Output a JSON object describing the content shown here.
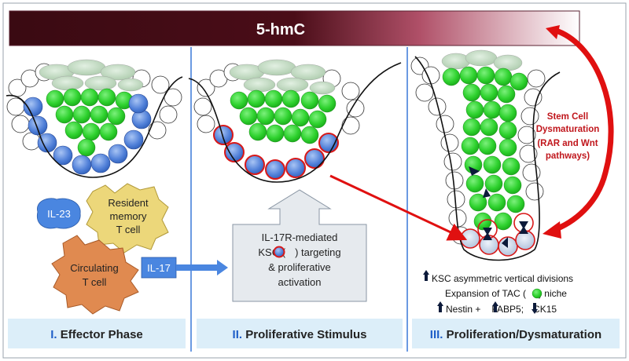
{
  "banner": {
    "label": "5-hmC"
  },
  "phases": [
    {
      "numeral": "I.",
      "title": "Effector Phase"
    },
    {
      "numeral": "II.",
      "title": "Proliferative Stimulus"
    },
    {
      "numeral": "III.",
      "title": "Proliferation/Dysmaturation"
    }
  ],
  "cells": {
    "il23": "IL-23",
    "resident_line1": "Resident",
    "resident_line2": "memory",
    "resident_line3": "T cell",
    "circulating_line1": "Circulating",
    "circulating_line2": "T cell",
    "il17": "IL-17"
  },
  "callout": {
    "line1": "IL-17R-mediated",
    "line2_pre": "KSC (",
    "line2_post": ") targeting",
    "line3": "& proliferative",
    "line4": "activation"
  },
  "stem_cell": {
    "line1": "Stem Cell",
    "line2": "Dysmaturation",
    "line3": "(RAR and Wnt",
    "line4": "pathways)"
  },
  "findings": {
    "line1": "KSC asymmetric vertical divisions",
    "line2_pre": "Expansion of TAC (",
    "line2_post": ") niche",
    "line3_a": "Nestin +",
    "line3_b": "FABP5;",
    "line3_c": "CK15"
  },
  "colors": {
    "banner_dark": "#3a0a12",
    "green_cell": "#2fd22f",
    "blue_cell": "#4f7fd8",
    "red_arrow": "#e01010",
    "divider_blue": "#3a78d8",
    "footer_bg": "#dceef9",
    "stem_text": "#c0161c"
  }
}
